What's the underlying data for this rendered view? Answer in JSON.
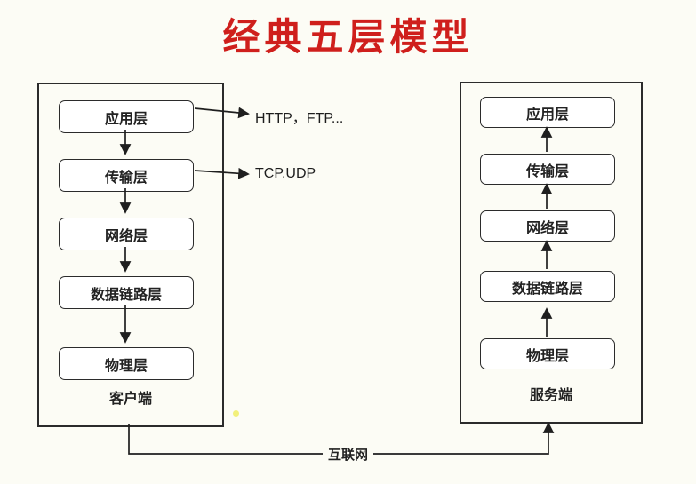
{
  "title": "经典五层模型",
  "colors": {
    "title": "#cf1f1c",
    "line": "#1f1f1f",
    "box_border": "#2b2b2b",
    "box_bg": "#ffffff",
    "background": "#fcfcf5"
  },
  "left": {
    "label": "客户端",
    "layers": [
      "应用层",
      "传输层",
      "网络层",
      "数据链路层",
      "物理层"
    ]
  },
  "right": {
    "label": "服务端",
    "layers": [
      "应用层",
      "传输层",
      "网络层",
      "数据链路层",
      "物理层"
    ]
  },
  "annotations": {
    "app_protocols": "HTTP，FTP...",
    "transport_protocols": "TCP,UDP"
  },
  "bottom_link": {
    "label": "互联网"
  }
}
